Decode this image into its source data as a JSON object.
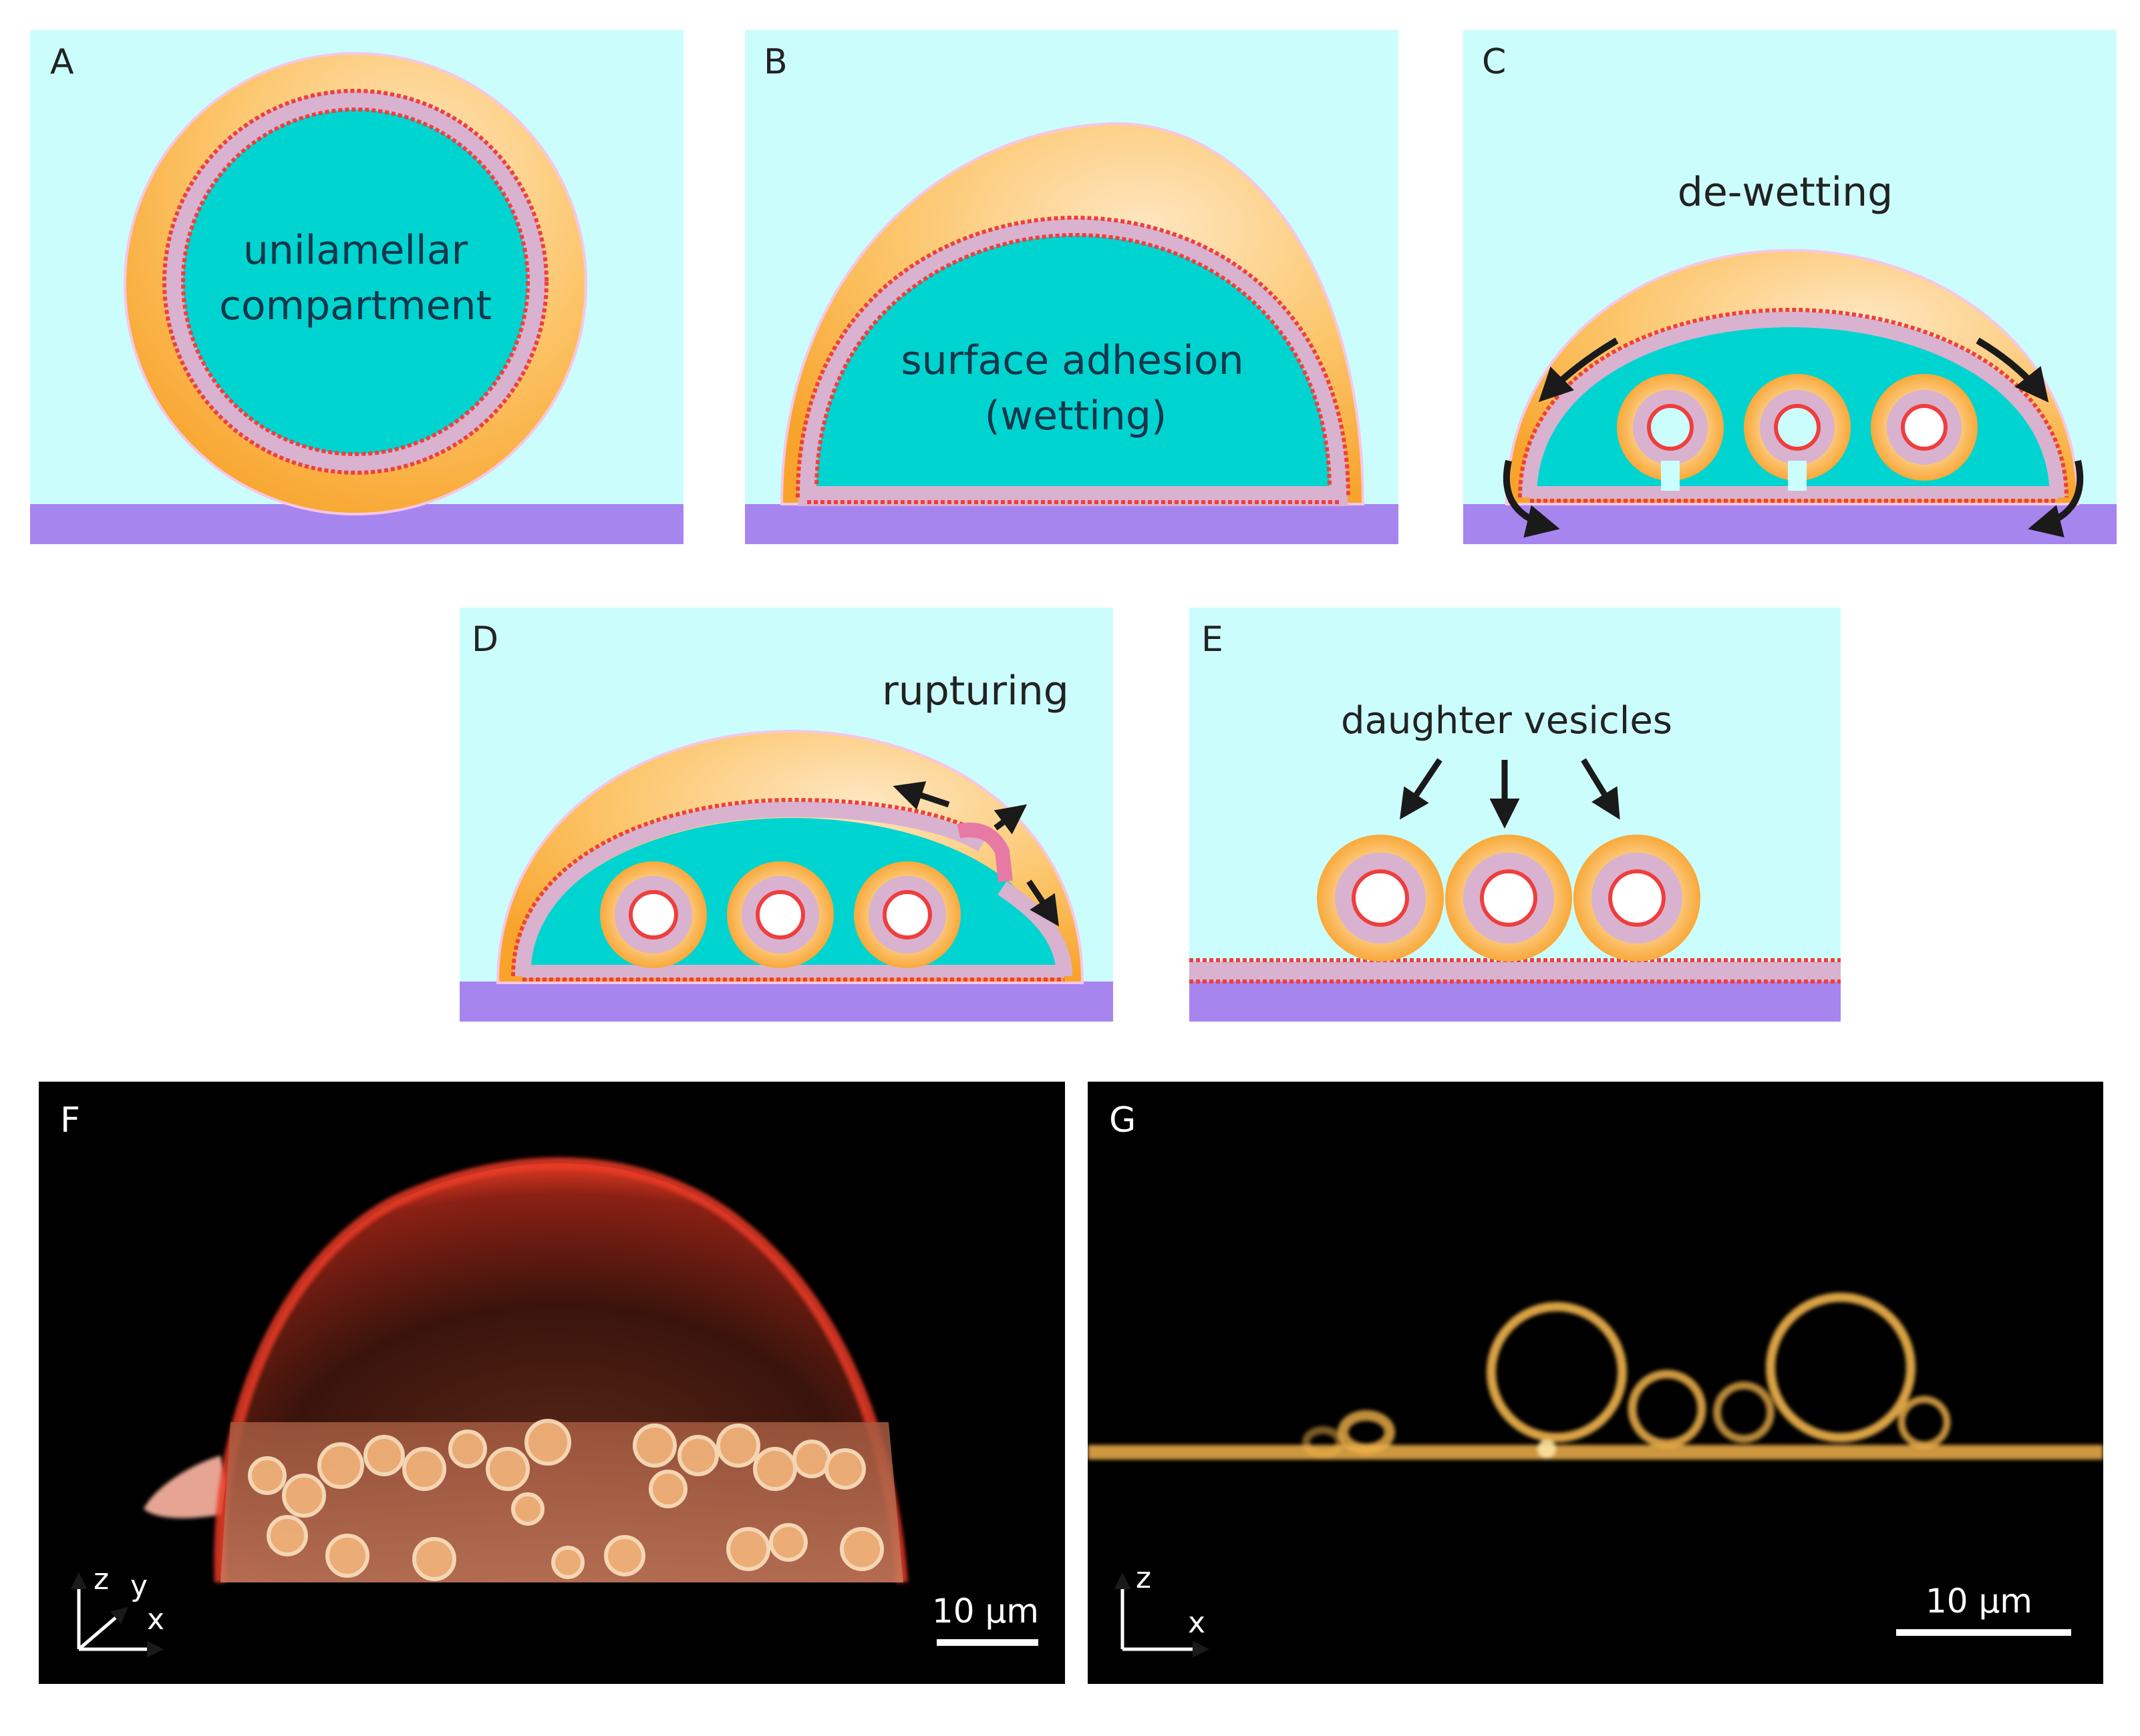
{
  "panels": {
    "a": {
      "letter": "A",
      "label_line1": "unilamellar",
      "label_line2": "compartment"
    },
    "b": {
      "letter": "B",
      "label_line1": "surface adhesion",
      "label_line2": "(wetting)"
    },
    "c": {
      "letter": "C",
      "label": "de-wetting"
    },
    "d": {
      "letter": "D",
      "label": "rupturing"
    },
    "e": {
      "letter": "E",
      "label": "daughter vesicles"
    },
    "f": {
      "letter": "F",
      "scale_bar": "10 µm",
      "axis_z": "z",
      "axis_y": "y",
      "axis_x": "x"
    },
    "g": {
      "letter": "G",
      "scale_bar": "10 µm",
      "axis_z": "z",
      "axis_x": "x"
    }
  },
  "colors": {
    "water": "#ccfdfd",
    "substrate": "#a785ef",
    "lumen": "#00d4d0",
    "gel_outer": "#fbb040",
    "gel_inner": "#fde0b0",
    "lipid_head": "#ef3e3e",
    "membrane_tail": "#d8b2cf",
    "arrow": "#1a1a1a",
    "micro_bg": "#000000",
    "micro_red": "#e83a26",
    "micro_gold": "#f0b24a"
  }
}
